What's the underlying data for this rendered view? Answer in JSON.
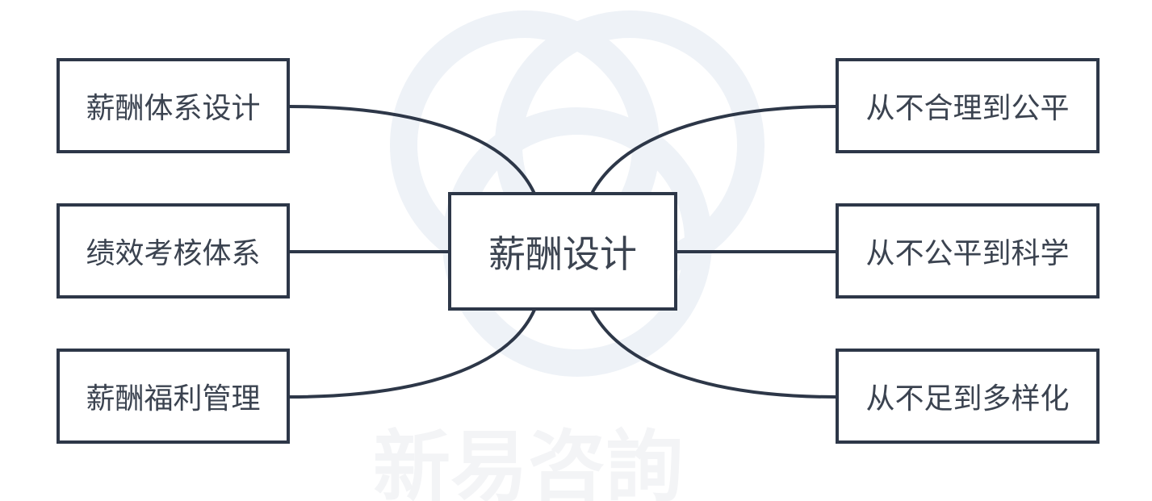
{
  "diagram": {
    "center": "薪酬设计",
    "left": [
      "薪酬体系设计",
      "绩效考核体系",
      "薪酬福利管理"
    ],
    "right": [
      "从不合理到公平",
      "从不公平到科学",
      "从不足到多样化"
    ]
  },
  "watermark": {
    "text": "新易咨詢"
  },
  "colors": {
    "stroke": "#2d3748",
    "text": "#3b4350",
    "watermark": "#f3f4f6"
  }
}
